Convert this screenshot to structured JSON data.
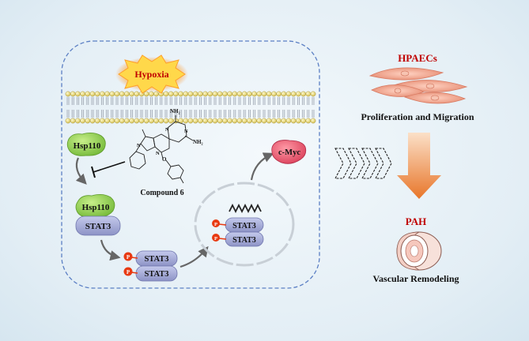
{
  "stimulus": {
    "label": "Hypoxia"
  },
  "proteins": {
    "hsp110_free": "Hsp110",
    "hsp110_bound": "Hsp110",
    "stat3_bound": "STAT3",
    "stat3_p1": "STAT3",
    "stat3_p2": "STAT3",
    "stat3_n1": "STAT3",
    "stat3_n2": "STAT3",
    "phospho": "P",
    "cmyc": "c-Myc"
  },
  "compound": {
    "name": "Compound 6",
    "atoms": {
      "nh2_top": "NH₂",
      "nh2_right": "NH₂",
      "n1": "N",
      "n2": "N",
      "n3": "N",
      "n4": "N",
      "o": "O"
    }
  },
  "outcomes": {
    "cells_title": "HPAECs",
    "cells_effect": "Proliferation and Migration",
    "disease_title": "PAH",
    "disease_effect": "Vascular Remodeling"
  },
  "colors": {
    "hsp110": "#8fcf4f",
    "stat3": "#a3a9d6",
    "phospho": "#e83a12",
    "cmyc": "#e8546a",
    "title_red": "#c00000",
    "arrow_orange": "#e8762a",
    "cell": "#f0a088"
  }
}
